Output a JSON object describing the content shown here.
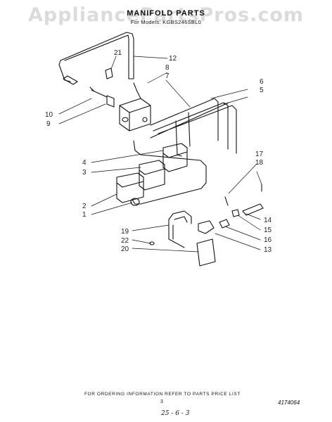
{
  "watermark": "AppliancePartsPros.com",
  "header": {
    "title": "MANIFOLD PARTS",
    "models": "For Models: KGBS246SBL0"
  },
  "callouts": [
    "21",
    "12",
    "8",
    "7",
    "10",
    "9",
    "6",
    "5",
    "4",
    "3",
    "2",
    "1",
    "17",
    "18",
    "14",
    "15",
    "16",
    "13",
    "19",
    "22",
    "20"
  ],
  "footer": {
    "ordering_note": "FOR ORDERING INFORMATION REFER TO PARTS PRICE LIST",
    "page_number": "3",
    "part_number": "4174064",
    "handwritten": "25 - 6 - 3"
  }
}
